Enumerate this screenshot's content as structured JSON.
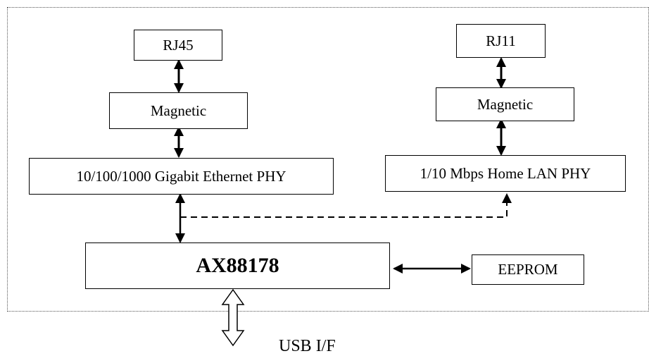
{
  "diagram": {
    "blocks": {
      "rj45": "RJ45",
      "magnetic_left": "Magnetic",
      "gigabit_phy": "10/100/1000 Gigabit Ethernet PHY",
      "rj11": "RJ11",
      "magnetic_right": "Magnetic",
      "homelan_phy": "1/10 Mbps Home LAN PHY",
      "chip": "AX88178",
      "eeprom": "EEPROM"
    },
    "interface_label": "USB I/F",
    "connections": [
      {
        "from": "rj45",
        "to": "magnetic_left",
        "style": "bidirectional"
      },
      {
        "from": "magnetic_left",
        "to": "gigabit_phy",
        "style": "bidirectional"
      },
      {
        "from": "gigabit_phy",
        "to": "chip",
        "style": "bidirectional"
      },
      {
        "from": "rj11",
        "to": "magnetic_right",
        "style": "bidirectional"
      },
      {
        "from": "magnetic_right",
        "to": "homelan_phy",
        "style": "bidirectional"
      },
      {
        "from": "chip",
        "to": "homelan_phy",
        "style": "dashed-unidirectional"
      },
      {
        "from": "chip",
        "to": "eeprom",
        "style": "bidirectional"
      },
      {
        "from": "chip",
        "to": "usb",
        "style": "bidirectional-hollow"
      }
    ]
  }
}
